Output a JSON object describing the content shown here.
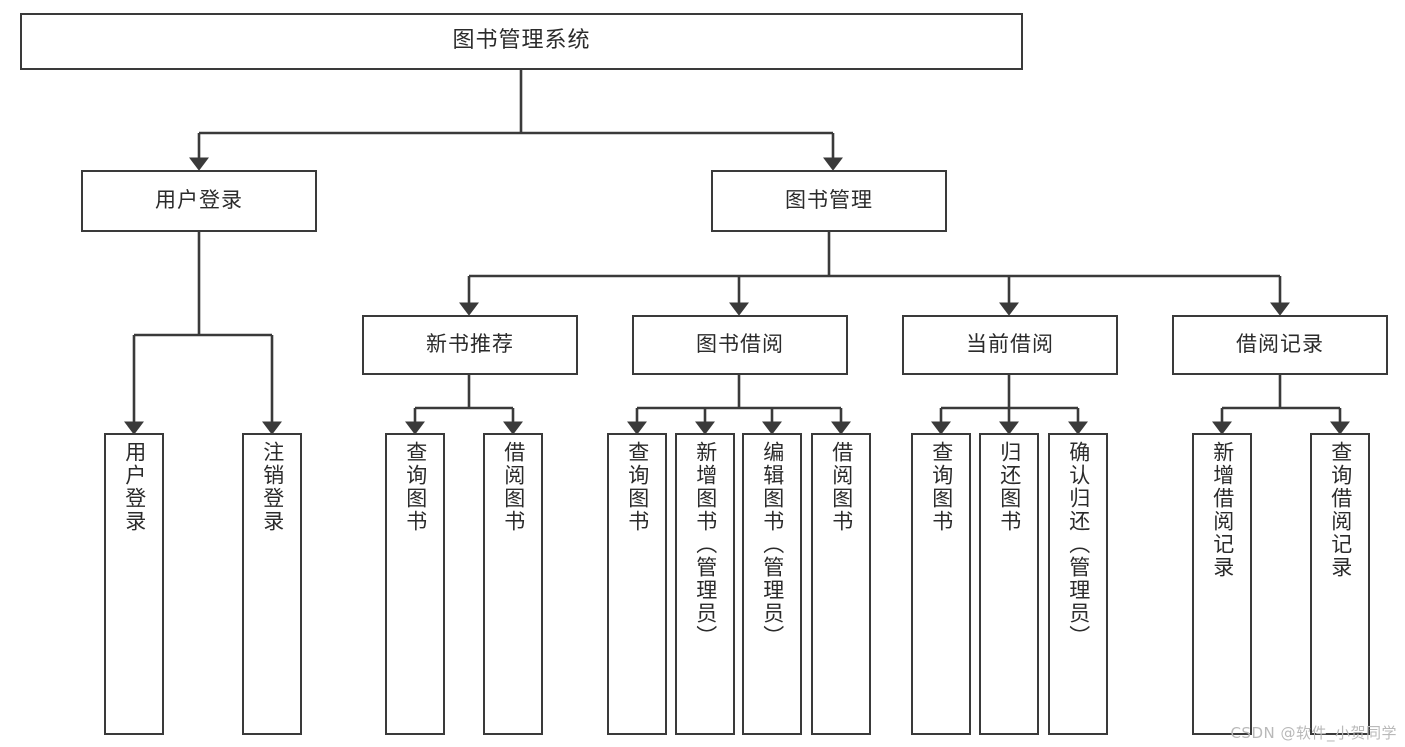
{
  "diagram": {
    "title": "图书管理系统",
    "watermark": "CSDN @软件_小贺同学",
    "line_color": "#3a3a3a",
    "text_color": "#2b2b2b",
    "background": "#ffffff",
    "type": "tree",
    "levels": 4,
    "root": {
      "label": "图书管理系统"
    },
    "level2": [
      {
        "label": "用户登录"
      },
      {
        "label": "图书管理"
      }
    ],
    "level3": [
      {
        "label": "新书推荐"
      },
      {
        "label": "图书借阅"
      },
      {
        "label": "当前借阅"
      },
      {
        "label": "借阅记录"
      }
    ],
    "leaves": {
      "user_login": [
        {
          "label": "用户登录"
        },
        {
          "label": "注销登录"
        }
      ],
      "new_book_recommend": [
        {
          "label": "查询图书"
        },
        {
          "label": "借阅图书"
        }
      ],
      "book_borrow": [
        {
          "label": "查询图书"
        },
        {
          "label": "新增图书（管理员）"
        },
        {
          "label": "编辑图书（管理员）"
        },
        {
          "label": "借阅图书"
        }
      ],
      "current_borrow": [
        {
          "label": "查询图书"
        },
        {
          "label": "归还图书"
        },
        {
          "label": "确认归还（管理员）"
        }
      ],
      "borrow_record": [
        {
          "label": "新增借阅记录"
        },
        {
          "label": "查询借阅记录"
        }
      ]
    }
  }
}
